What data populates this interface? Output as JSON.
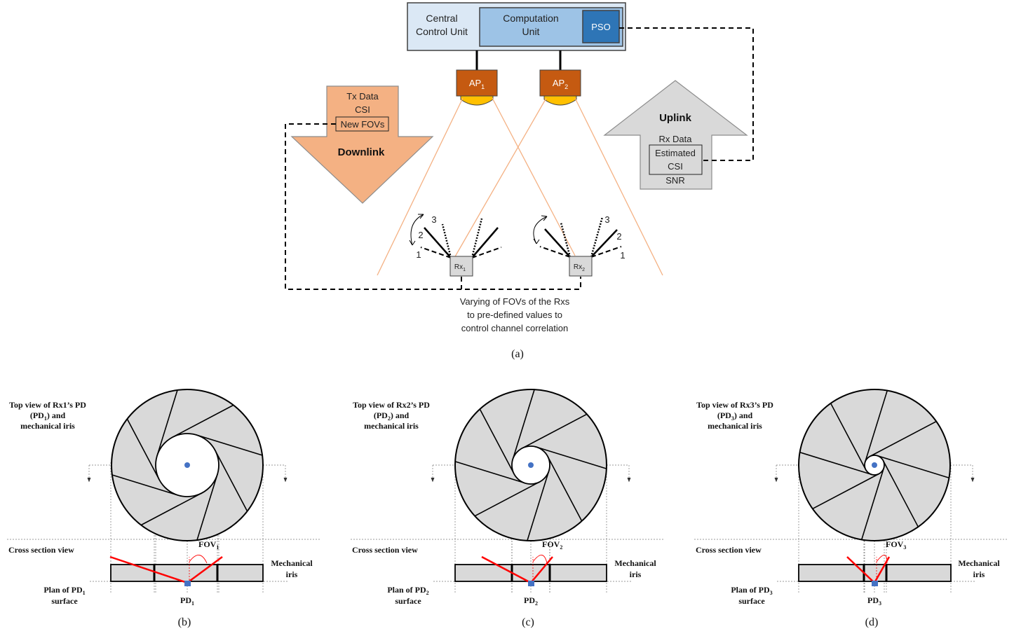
{
  "top": {
    "central_control_unit": [
      "Central",
      "Control Unit"
    ],
    "computation_unit": [
      "Computation",
      "Unit"
    ],
    "pso": "PSO",
    "ap1": {
      "base": "AP",
      "sub": "1"
    },
    "ap2": {
      "base": "AP",
      "sub": "2"
    },
    "downlink": {
      "lines": [
        "Tx Data",
        "CSI"
      ],
      "boxed": "New FOVs",
      "title": "Downlink"
    },
    "uplink": {
      "title": "Uplink",
      "line1": "Rx Data",
      "boxed": [
        "Estimated",
        "CSI"
      ],
      "line_after": "SNR"
    },
    "rx1": {
      "base": "Rx",
      "sub": "1"
    },
    "rx2": {
      "base": "Rx",
      "sub": "2"
    },
    "rx1_labels": [
      "1",
      "2",
      "3"
    ],
    "rx2_labels": [
      "1",
      "2",
      "3"
    ],
    "caption_lines": [
      "Varying of FOVs of the Rxs",
      "to pre-defined values to",
      "control channel correlation"
    ],
    "panel_label": "(a)"
  },
  "panels": [
    {
      "id": "b",
      "top_label": [
        {
          "pre": "Top view of Rx1’s PD",
          "sub": "",
          "post": ""
        },
        {
          "pre": "(PD",
          "sub": "1",
          "post": ") and"
        },
        {
          "pre": "mechanical iris",
          "sub": "",
          "post": ""
        }
      ],
      "cross_section": "Cross section view",
      "fov": {
        "base": "FOV",
        "sub": "1"
      },
      "mech_iris": [
        "Mechanical",
        "iris"
      ],
      "plan": [
        {
          "pre": "Plan of PD",
          "sub": "1"
        },
        {
          "pre": "surface",
          "sub": ""
        }
      ],
      "pd": {
        "base": "PD",
        "sub": "1"
      },
      "label": "(b)"
    },
    {
      "id": "c",
      "top_label": [
        {
          "pre": "Top view of Rx2’s PD",
          "sub": "",
          "post": ""
        },
        {
          "pre": "(PD",
          "sub": "2",
          "post": ") and"
        },
        {
          "pre": "mechanical iris",
          "sub": "",
          "post": ""
        }
      ],
      "cross_section": "Cross section view",
      "fov": {
        "base": "FOV",
        "sub": "2"
      },
      "mech_iris": [
        "Mechanical",
        "iris"
      ],
      "plan": [
        {
          "pre": "Plan of PD",
          "sub": "2"
        },
        {
          "pre": "surface",
          "sub": ""
        }
      ],
      "pd": {
        "base": "PD",
        "sub": "2"
      },
      "label": "(c)"
    },
    {
      "id": "d",
      "top_label": [
        {
          "pre": "Top view of Rx3’s PD",
          "sub": "",
          "post": ""
        },
        {
          "pre": "(PD",
          "sub": "3",
          "post": ") and"
        },
        {
          "pre": "mechanical iris",
          "sub": "",
          "post": ""
        }
      ],
      "cross_section": "Cross section view",
      "fov": {
        "base": "FOV",
        "sub": "3"
      },
      "mech_iris": [
        "Mechanical",
        "iris"
      ],
      "plan": [
        {
          "pre": "Plan of PD",
          "sub": "3"
        },
        {
          "pre": "surface",
          "sub": ""
        }
      ],
      "pd": {
        "base": "PD",
        "sub": "3"
      },
      "label": "(d)"
    }
  ],
  "colors": {
    "ccu_fill": "#dbe8f5",
    "comp_fill": "#9dc3e6",
    "pso_fill": "#2e75b6",
    "ap_fill": "#c55a11",
    "lens_fill": "#ffc000",
    "downlink_fill": "#f4b183",
    "uplink_fill": "#d9d9d9",
    "beam": "#f4b183",
    "iris_fill": "#d9d9d9",
    "fov_red": "#ff0000",
    "pd_blue": "#4472c4"
  }
}
